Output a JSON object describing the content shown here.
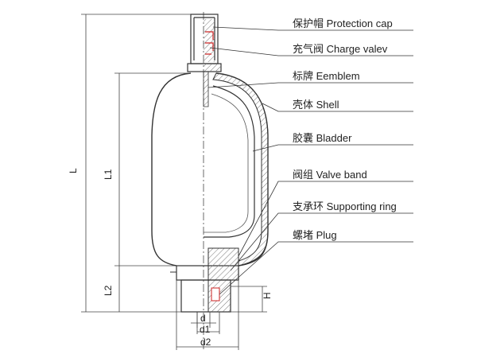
{
  "callouts": [
    {
      "id": "protection-cap",
      "text": "保护帽 Protection cap"
    },
    {
      "id": "charge-valve",
      "text": "充气阀 Charge valev"
    },
    {
      "id": "emblem",
      "text": "标牌  Eemblem"
    },
    {
      "id": "shell",
      "text": "壳体 Shell"
    },
    {
      "id": "bladder",
      "text": "胶囊 Bladder"
    },
    {
      "id": "valve-band",
      "text": "阀组 Valve band"
    },
    {
      "id": "supporting-ring",
      "text": "支承环 Supporting ring"
    },
    {
      "id": "plug",
      "text": "螺堵 Plug"
    }
  ],
  "dimensions": {
    "L": "L",
    "L1": "L1",
    "L2": "L2",
    "H": "H",
    "d": "d",
    "d1": "d1",
    "d2": "d2"
  },
  "colors": {
    "line": "#333333",
    "hatch": "#777777",
    "accent": "#cc2222"
  }
}
